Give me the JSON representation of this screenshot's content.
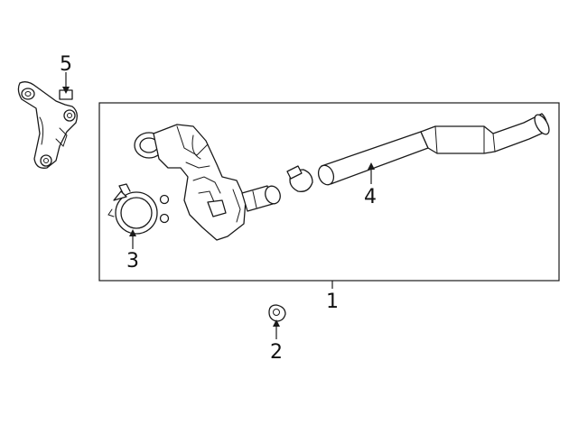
{
  "diagram": {
    "callouts": {
      "c1": "1",
      "c2": "2",
      "c3": "3",
      "c4": "4",
      "c5": "5"
    },
    "colors": {
      "line": "#1a1a1a",
      "background": "#ffffff"
    }
  }
}
